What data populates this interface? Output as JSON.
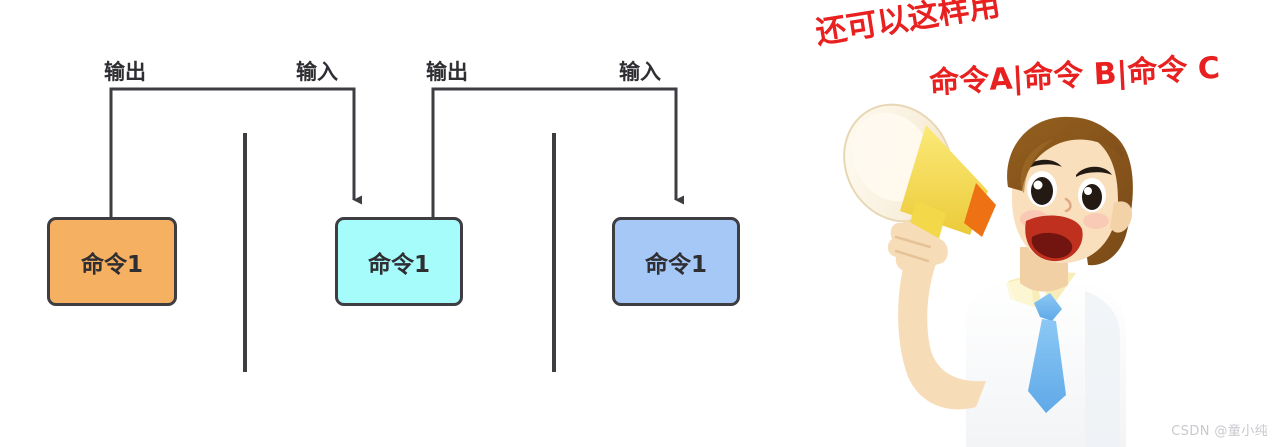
{
  "diagram": {
    "boxes": [
      {
        "label": "命令1",
        "color": "#f5b062",
        "name": "command-box-1"
      },
      {
        "label": "命令1",
        "color": "#a6fcfa",
        "name": "command-box-2"
      },
      {
        "label": "命令1",
        "color": "#a6c8f7",
        "name": "command-box-3"
      }
    ],
    "edge_labels": {
      "output_1": "输出",
      "input_1": "输入",
      "output_2": "输出",
      "input_2": "输入"
    },
    "pipe_separators": [
      "|",
      "|"
    ],
    "stroke_color": "#3d3d42"
  },
  "annotation": {
    "line1": "还可以这样用",
    "line2_parts": [
      "命令A",
      "|",
      "命令 B",
      "|",
      "命令 C"
    ],
    "line2": "命令A|命令 B|命令 C",
    "color": "#e8201f"
  },
  "illustration": {
    "name": "person-with-megaphone",
    "megaphone_color": "#f6dd55",
    "megaphone_tip_color": "#ee7113",
    "hair_color": "#8a5a20",
    "shirt_color": "#fbfbfb",
    "tie_color": "#6fb7ef",
    "skin_color": "#f7dcb8"
  },
  "watermark": {
    "text": "CSDN @童小纯"
  }
}
